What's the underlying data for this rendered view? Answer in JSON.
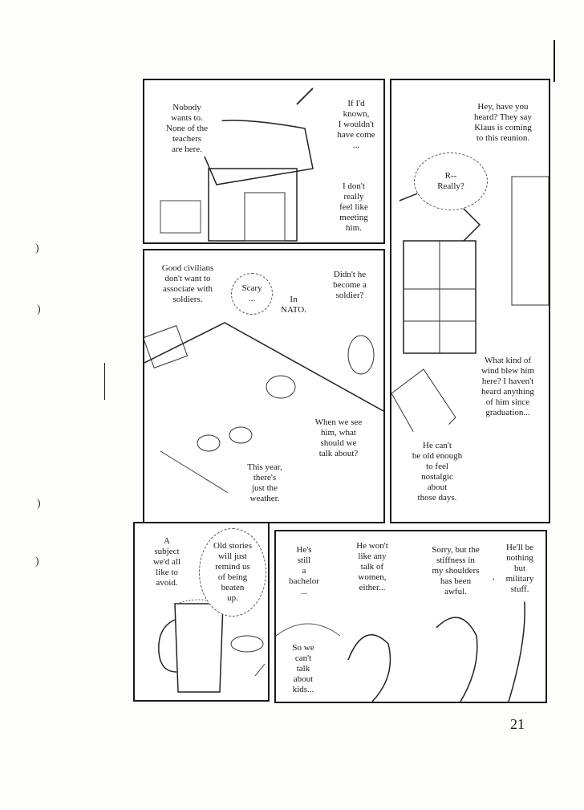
{
  "page_number": "21",
  "panels": {
    "p1": {
      "bubbles": [
        "Nobody\nwants to.\nNone of the\nteachers\nare here.",
        "If I'd\nknown,\nI wouldn't\nhave come\n...",
        "I don't\nreally\nfeel like\nmeeting\nhim."
      ]
    },
    "p2": {
      "bubbles": [
        "Hey, have you\nheard? They say\nKlaus is coming\nto this reunion.",
        "R--\nReally?",
        "What kind of\nwind blew him\nhere? I haven't\nheard anything\nof him since\ngraduation...",
        "He can't\nbe old enough\nto feel\nnostalgic\nabout\nthose days."
      ]
    },
    "p3": {
      "bubbles": [
        "Good civilians\ndon't want to\nassociate with\nsoldiers.",
        "Scary\n...",
        "In\nNATO.",
        "Didn't he\nbecome a\nsoldier?",
        "When we see\nhim, what\nshould we\ntalk about?",
        "This year,\nthere's\njust the\nweather."
      ]
    },
    "p4": {
      "bubbles": [
        "A\nsubject\nwe'd all\nlike to\navoid.",
        "Old stories\nwill just\nremind us\nof being\nbeaten\nup."
      ]
    },
    "p5": {
      "bubbles": [
        "He's\nstill\na\nbachelor\n...",
        "He won't\nlike any\ntalk of\nwomen,\neither...",
        "Sorry, but the\nstiffness in\nmy shoulders\nhas been\nawful.",
        "He'll be\nnothing\nbut\nmilitary\nstuff.",
        "So we\ncan't\ntalk\nabout\nkids..."
      ]
    }
  }
}
